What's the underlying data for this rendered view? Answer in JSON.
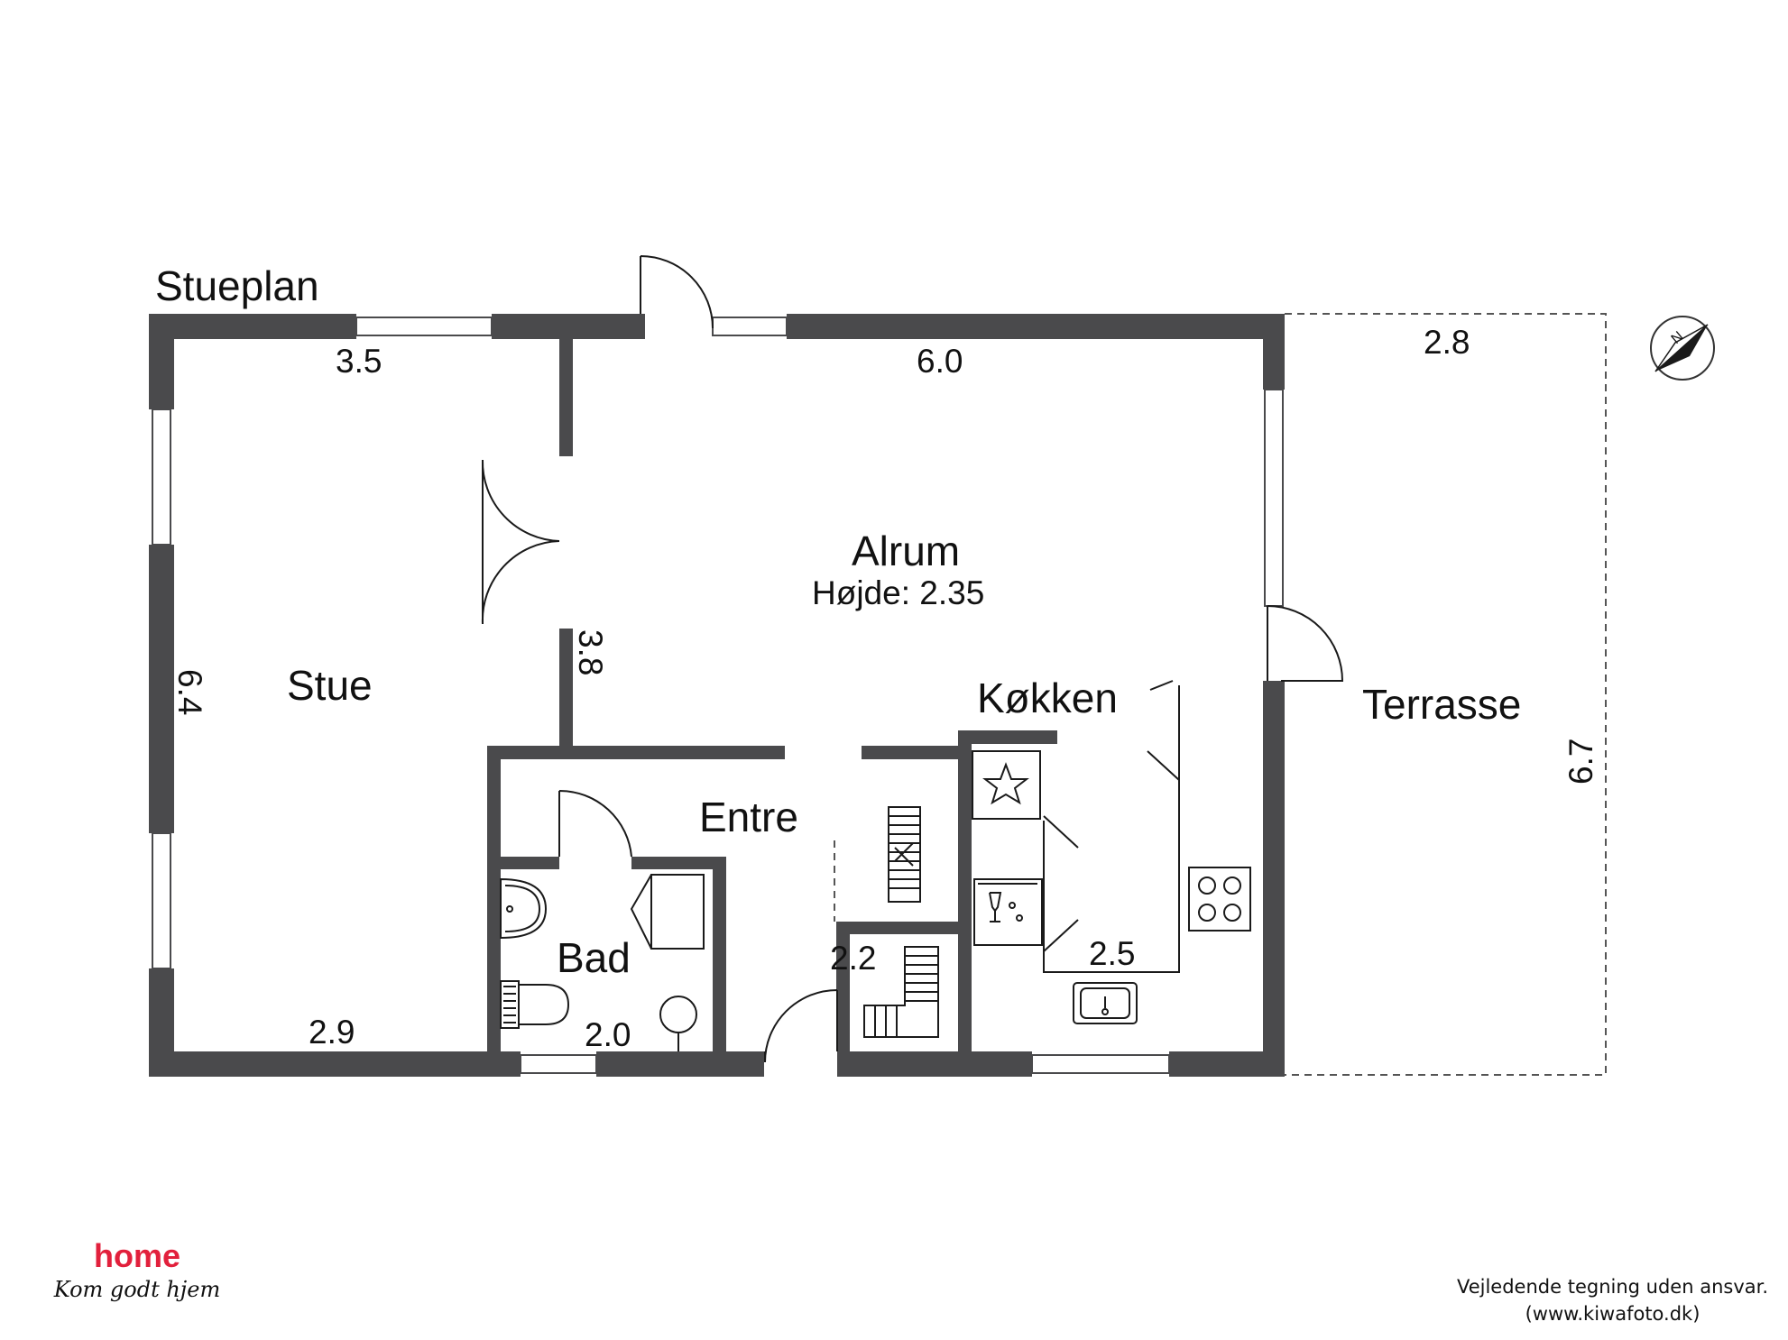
{
  "plan": {
    "title": "Stueplan",
    "rooms": {
      "stue": "Stue",
      "alrum": "Alrum",
      "alrum_height": "Højde: 2.35",
      "entre": "Entre",
      "bad": "Bad",
      "kokken": "Køkken",
      "terrasse": "Terrasse"
    },
    "dimensions": {
      "stue_top": "3.5",
      "stue_side": "6.4",
      "stue_bottom": "2.9",
      "alrum_top": "6.0",
      "alrum_side": "3.8",
      "bad_bottom": "2.0",
      "entre_stair": "2.2",
      "kokken_bottom": "2.5",
      "terrasse_top": "2.8",
      "terrasse_side": "6.7"
    },
    "compass_label": "N"
  },
  "branding": {
    "name": "home",
    "tagline": "Kom godt hjem"
  },
  "footer": {
    "disclaimer_line1": "Vejledende tegning uden ansvar.",
    "disclaimer_line2": "(www.kiwafoto.dk)"
  },
  "colors": {
    "wall": "#4a4a4c",
    "brand_red": "#e2203c"
  }
}
